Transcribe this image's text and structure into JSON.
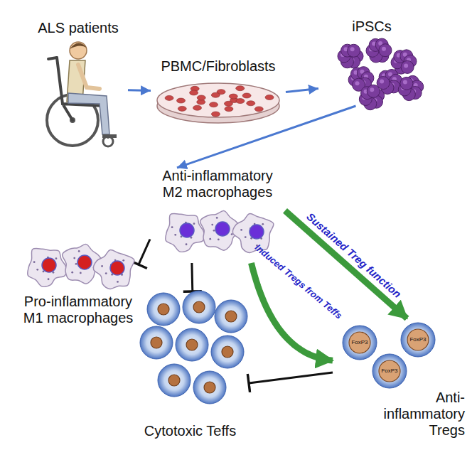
{
  "diagram": {
    "nodes": [
      {
        "text": [
          "ALS patients"
        ]
      },
      {
        "text": [
          "PBMC/Fibroblasts"
        ]
      },
      {
        "text": [
          "iPSCs"
        ]
      },
      {
        "text": [
          "Anti-inflammatory M2 macrophages"
        ]
      },
      {
        "text": [
          "Pro-inflammatory M1 macrophages"
        ]
      },
      {
        "text": [
          "Cytotoxic Teffs"
        ]
      },
      {
        "text": [
          "Anti-inflammatory Tregs"
        ]
      },
      {
        "text": [
          "FoxP3"
        ],
        "in": 6
      },
      {
        "text": [
          "FoxP3"
        ],
        "in": 6
      },
      {
        "text": [
          "FoxP3"
        ],
        "in": 6
      }
    ],
    "edges": [
      {
        "from": 0,
        "to": 1,
        "arrow": "to"
      },
      {
        "from": 1,
        "to": 2,
        "arrow": "to"
      },
      {
        "from": 2,
        "to": 3,
        "arrow": "to"
      },
      {
        "from": 3,
        "to": 4,
        "arrow": "to"
      },
      {
        "from": 3,
        "to": 5,
        "arrow": "to"
      },
      {
        "from": 3,
        "to": 6,
        "arrow": "to",
        "label": "Sustained Treg function"
      },
      {
        "from": 3,
        "to": 6,
        "arrow": "to",
        "label": "Induced Tregs from Teffs"
      },
      {
        "from": 6,
        "to": 5,
        "arrow": "to"
      }
    ]
  }
}
